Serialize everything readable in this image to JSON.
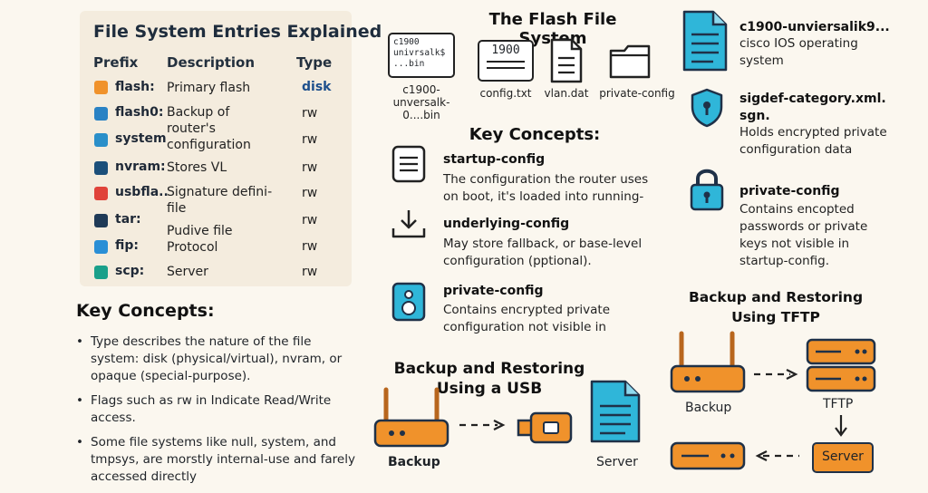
{
  "left": {
    "table_title": "File System Entries Explained",
    "headers": [
      "Prefix",
      "Description",
      "Type"
    ],
    "rows": [
      {
        "prefix": "flash:",
        "desc": "Primary flash",
        "type": "disk",
        "color": "#f0922b"
      },
      {
        "prefix": "flash0:",
        "desc": "Backup of router's configuration",
        "type": "rw",
        "color": "#2a82c4"
      },
      {
        "prefix": "system",
        "desc": "",
        "type": "rw",
        "color": "#2a8fc9"
      },
      {
        "prefix": "nvram:",
        "desc": "Stores VL",
        "type": "rw",
        "color": "#1b4f7a"
      },
      {
        "prefix": "usbfla..",
        "desc": "Signature defini-file",
        "type": "rw",
        "color": "#e0433a"
      },
      {
        "prefix": "tar:",
        "desc": "",
        "type": "rw",
        "color": "#1f3a57"
      },
      {
        "prefix": "fip:",
        "desc": "Pudive file Protocol",
        "type": "rw",
        "color": "#2a8fd6"
      },
      {
        "prefix": "scp:",
        "desc": "Server",
        "type": "rw",
        "color": "#1aa08a"
      }
    ],
    "key_title": "Key Concepts:",
    "bullets": [
      "Type describes the nature of the file system: disk (physical/virtual), nvram, or opaque (special-purpose).",
      "Flags such as rw in Indicate Read/Write access.",
      "Some file systems like null, system, and tmpsys, are morstly internal-use and farely accessed directly"
    ]
  },
  "middle": {
    "title": "The Flash File System",
    "files": [
      {
        "icon_text": "c1900 univrsalk$ ...bin",
        "label": "c1900-unversalk-0....bin"
      },
      {
        "icon_text": "1900",
        "label": "config.txt"
      },
      {
        "icon_text": "",
        "label": "vlan.dat"
      },
      {
        "icon_text": "",
        "label": "private-config"
      }
    ],
    "key_title": "Key Concepts:",
    "concepts": [
      {
        "term": "startup-config",
        "desc": "The configuration the router uses on boot, it's loaded into running-"
      },
      {
        "term": "underlying-config",
        "desc": "May store fallback, or base-level configuration (pptional)."
      },
      {
        "term": "private-config",
        "desc": "Contains encrypted private configuration not visible in"
      }
    ],
    "usb_title": "Backup and Restoring Using a USB",
    "usb_backup_label": "Backup",
    "usb_server_label": "Server"
  },
  "right": {
    "items": [
      {
        "term": "c1900-unviersalik9...",
        "desc": "cisco IOS operating system"
      },
      {
        "term": "sigdef-category.xml. sgn.",
        "desc": "Holds encrypted private configuration data"
      },
      {
        "term": "private-config",
        "desc": "Contains encopted passwords or private keys not visible in startup-config."
      }
    ],
    "tftp_title": "Backup and Restoring Using TFTP",
    "tftp_backup_label": "Backup",
    "tftp_label": "TFTP",
    "tftp_server_label": "Server"
  },
  "colors": {
    "orange": "#f0922b",
    "cyan": "#2fb6d9",
    "navy": "#1f3148"
  }
}
